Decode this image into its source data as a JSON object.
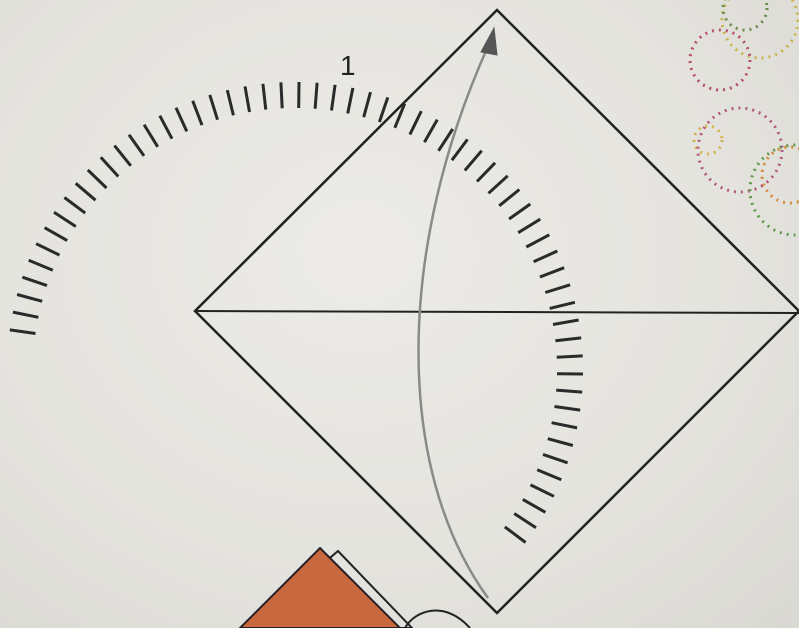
{
  "diagram": {
    "step_number": "1",
    "colors": {
      "paper_background": "#e6e5e0",
      "line": "#222222",
      "arrow": "#8a8a8a",
      "model_fill": "#c9673f",
      "tick_marks": "#2a2a2a"
    },
    "icons": [
      "fold-arrow-icon",
      "ticked-arc-decoration",
      "dotted-circles-decoration",
      "folded-paper-model"
    ]
  }
}
